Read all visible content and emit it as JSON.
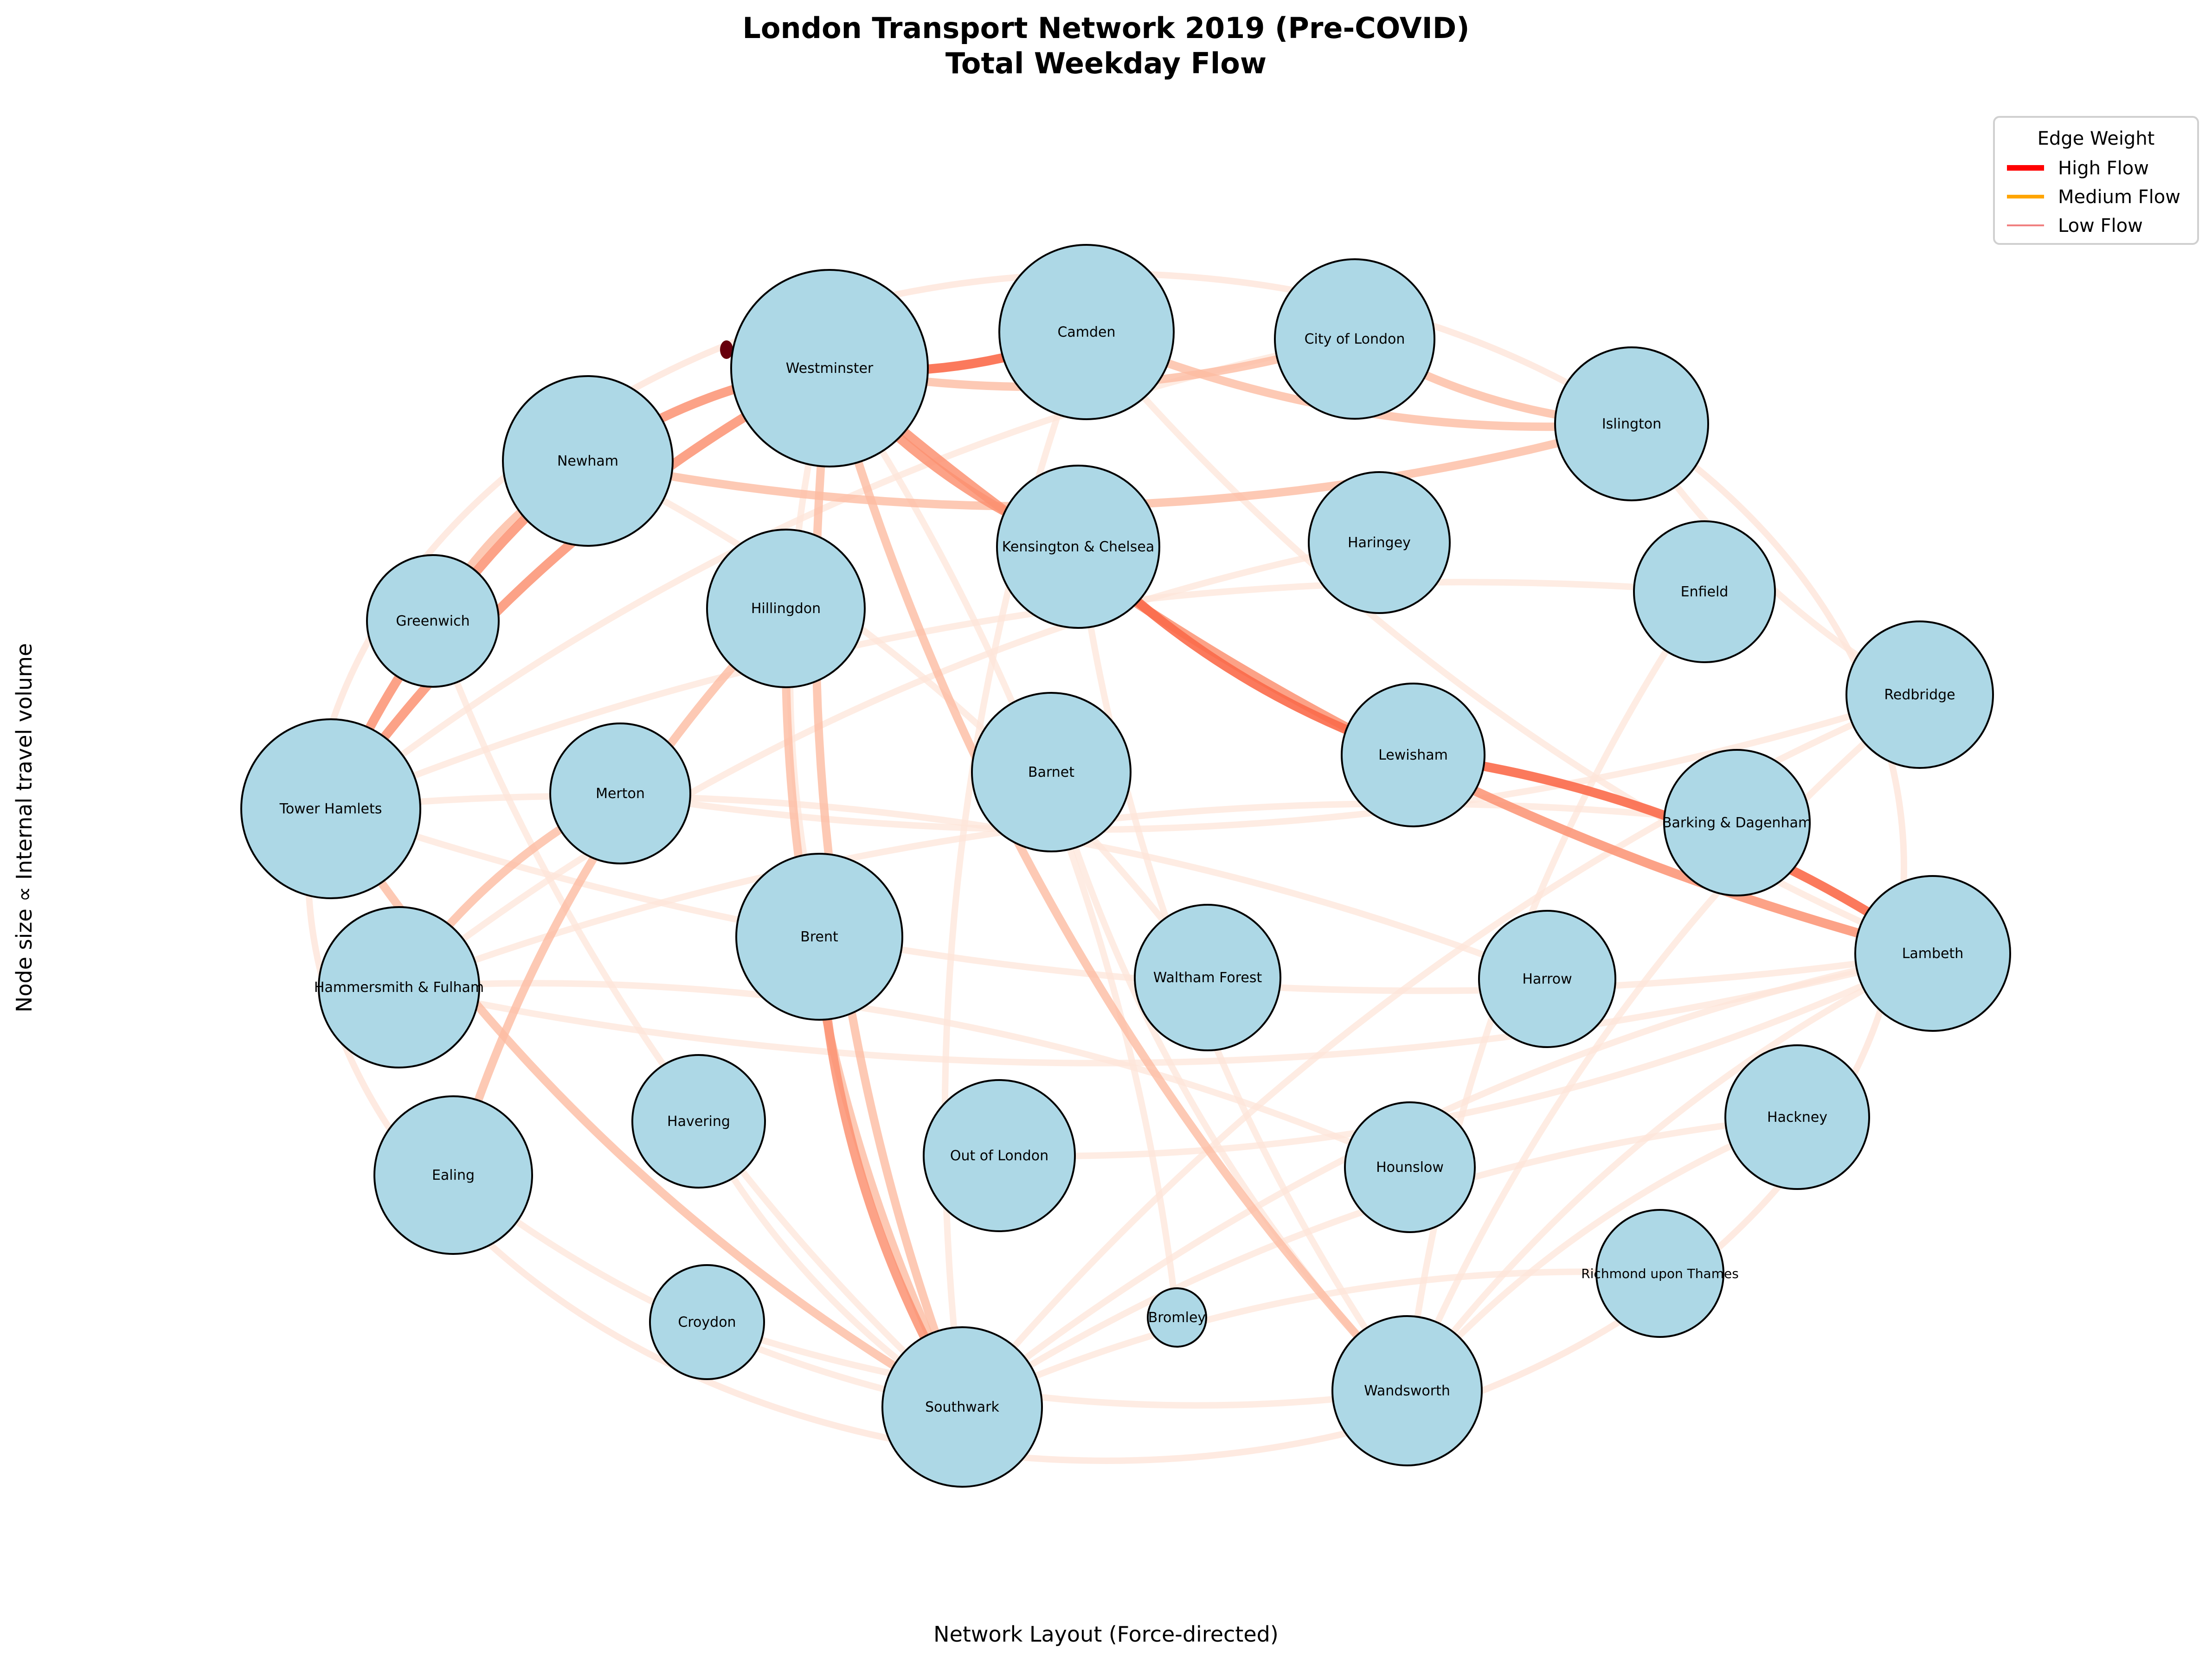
{
  "title_line1": "London Transport Network 2019 (Pre-COVID)",
  "title_line2": "Total Weekday Flow",
  "xlabel": "Network Layout (Force-directed)",
  "ylabel": "Node size ∝ Internal travel volume",
  "legend": {
    "title": "Edge Weight",
    "items": [
      {
        "label": "High Flow",
        "color": "#ff0000"
      },
      {
        "label": "Medium Flow",
        "color": "#ffa500"
      },
      {
        "label": "Low Flow",
        "color": "#f08080"
      }
    ]
  },
  "colors": {
    "node_fill": "#add8e6",
    "node_stroke": "#000000",
    "edge_darkest": "#67000d",
    "edge_strong": "#fb6a4a",
    "edge_medium": "#fc9272",
    "edge_light": "#fcbba1",
    "edge_faint": "#fee5d9"
  },
  "nodes": [
    {
      "id": "westminster",
      "label": "Westminster"
    },
    {
      "id": "camden",
      "label": "Camden"
    },
    {
      "id": "city",
      "label": "City of London"
    },
    {
      "id": "islington",
      "label": "Islington"
    },
    {
      "id": "newham",
      "label": "Newham"
    },
    {
      "id": "kensington",
      "label": "Kensington & Chelsea"
    },
    {
      "id": "haringey",
      "label": "Haringey"
    },
    {
      "id": "enfield",
      "label": "Enfield"
    },
    {
      "id": "greenwich",
      "label": "Greenwich"
    },
    {
      "id": "hillingdon",
      "label": "Hillingdon"
    },
    {
      "id": "redbridge",
      "label": "Redbridge"
    },
    {
      "id": "barnet",
      "label": "Barnet"
    },
    {
      "id": "lewisham",
      "label": "Lewisham"
    },
    {
      "id": "tower",
      "label": "Tower Hamlets"
    },
    {
      "id": "merton",
      "label": "Merton"
    },
    {
      "id": "barking",
      "label": "Barking & Dagenham"
    },
    {
      "id": "brent",
      "label": "Brent"
    },
    {
      "id": "lambeth",
      "label": "Lambeth"
    },
    {
      "id": "hammersmith",
      "label": "Hammersmith & Fulham"
    },
    {
      "id": "waltham",
      "label": "Waltham Forest"
    },
    {
      "id": "harrow",
      "label": "Harrow"
    },
    {
      "id": "hackney",
      "label": "Hackney"
    },
    {
      "id": "havering",
      "label": "Havering"
    },
    {
      "id": "outoflondon",
      "label": "Out of London"
    },
    {
      "id": "hounslow",
      "label": "Hounslow"
    },
    {
      "id": "ealing",
      "label": "Ealing"
    },
    {
      "id": "richmond",
      "label": "Richmond upon Thames"
    },
    {
      "id": "croydon",
      "label": "Croydon"
    },
    {
      "id": "bromley",
      "label": "Bromley"
    },
    {
      "id": "southwark",
      "label": "Southwark"
    },
    {
      "id": "wandsworth",
      "label": "Wandsworth"
    }
  ],
  "edges": [
    {
      "source": "westminster",
      "target": "camden",
      "level": "strong"
    },
    {
      "source": "westminster",
      "target": "lambeth",
      "level": "medium"
    },
    {
      "source": "westminster",
      "target": "tower",
      "level": "medium"
    },
    {
      "source": "westminster",
      "target": "newham",
      "level": "medium"
    },
    {
      "source": "westminster",
      "target": "southwark",
      "level": "light"
    },
    {
      "source": "westminster",
      "target": "kensington",
      "level": "medium"
    },
    {
      "source": "westminster",
      "target": "city",
      "level": "light"
    },
    {
      "source": "camden",
      "target": "islington",
      "level": "light"
    },
    {
      "source": "newham",
      "target": "tower",
      "level": "medium"
    },
    {
      "source": "newham",
      "target": "greenwich",
      "level": "light"
    },
    {
      "source": "lambeth",
      "target": "lewisham",
      "level": "strong"
    },
    {
      "source": "kensington",
      "target": "lewisham",
      "level": "strong"
    },
    {
      "source": "brent",
      "target": "southwark",
      "level": "medium"
    },
    {
      "source": "hillingdon",
      "target": "southwark",
      "level": "light"
    },
    {
      "source": "merton",
      "target": "hammersmith",
      "level": "light"
    },
    {
      "source": "newham",
      "target": "islington",
      "level": "light"
    },
    {
      "source": "westminster",
      "target": "wandsworth",
      "level": "light"
    },
    {
      "source": "westminster",
      "target": "brent",
      "level": "faint"
    },
    {
      "source": "hillingdon",
      "target": "ealing",
      "level": "light"
    },
    {
      "source": "tower",
      "target": "southwark",
      "level": "light"
    },
    {
      "source": "lambeth",
      "target": "southwark",
      "level": "faint"
    },
    {
      "source": "lambeth",
      "target": "wandsworth",
      "level": "faint"
    },
    {
      "source": "city",
      "target": "islington",
      "level": "light"
    },
    {
      "source": "islington",
      "target": "redbridge",
      "level": "faint"
    },
    {
      "source": "camden",
      "target": "lambeth",
      "level": "faint"
    },
    {
      "source": "hackney",
      "target": "southwark",
      "level": "faint"
    },
    {
      "source": "hackney",
      "target": "wandsworth",
      "level": "faint"
    },
    {
      "source": "tower",
      "target": "lambeth",
      "level": "faint"
    },
    {
      "source": "greenwich",
      "target": "southwark",
      "level": "faint"
    },
    {
      "source": "ealing",
      "target": "southwark",
      "level": "faint"
    },
    {
      "source": "croydon",
      "target": "wandsworth",
      "level": "faint"
    },
    {
      "source": "havering",
      "target": "southwark",
      "level": "faint"
    },
    {
      "source": "barnet",
      "target": "wandsworth",
      "level": "faint"
    },
    {
      "source": "hammersmith",
      "target": "lambeth",
      "level": "faint"
    },
    {
      "source": "merton",
      "target": "redbridge",
      "level": "faint"
    },
    {
      "source": "enfield",
      "target": "tower",
      "level": "faint"
    },
    {
      "source": "haringey",
      "target": "hammersmith",
      "level": "faint"
    },
    {
      "source": "redbridge",
      "target": "southwark",
      "level": "faint"
    },
    {
      "source": "richmond",
      "target": "southwark",
      "level": "faint"
    },
    {
      "source": "outoflondon",
      "target": "lambeth",
      "level": "faint"
    },
    {
      "source": "waltham",
      "target": "newham",
      "level": "faint"
    },
    {
      "source": "harrow",
      "target": "tower",
      "level": "faint"
    },
    {
      "source": "hounslow",
      "target": "hammersmith",
      "level": "faint"
    },
    {
      "source": "bromley",
      "target": "westminster",
      "level": "faint"
    },
    {
      "source": "barking",
      "target": "hammersmith",
      "level": "faint"
    },
    {
      "source": "enfield",
      "target": "wandsworth",
      "level": "faint"
    },
    {
      "source": "redbridge",
      "target": "wandsworth",
      "level": "faint"
    },
    {
      "source": "camden",
      "target": "southwark",
      "level": "faint"
    },
    {
      "source": "city",
      "target": "tower",
      "level": "faint"
    },
    {
      "source": "kensington",
      "target": "wandsworth",
      "level": "faint"
    }
  ]
}
